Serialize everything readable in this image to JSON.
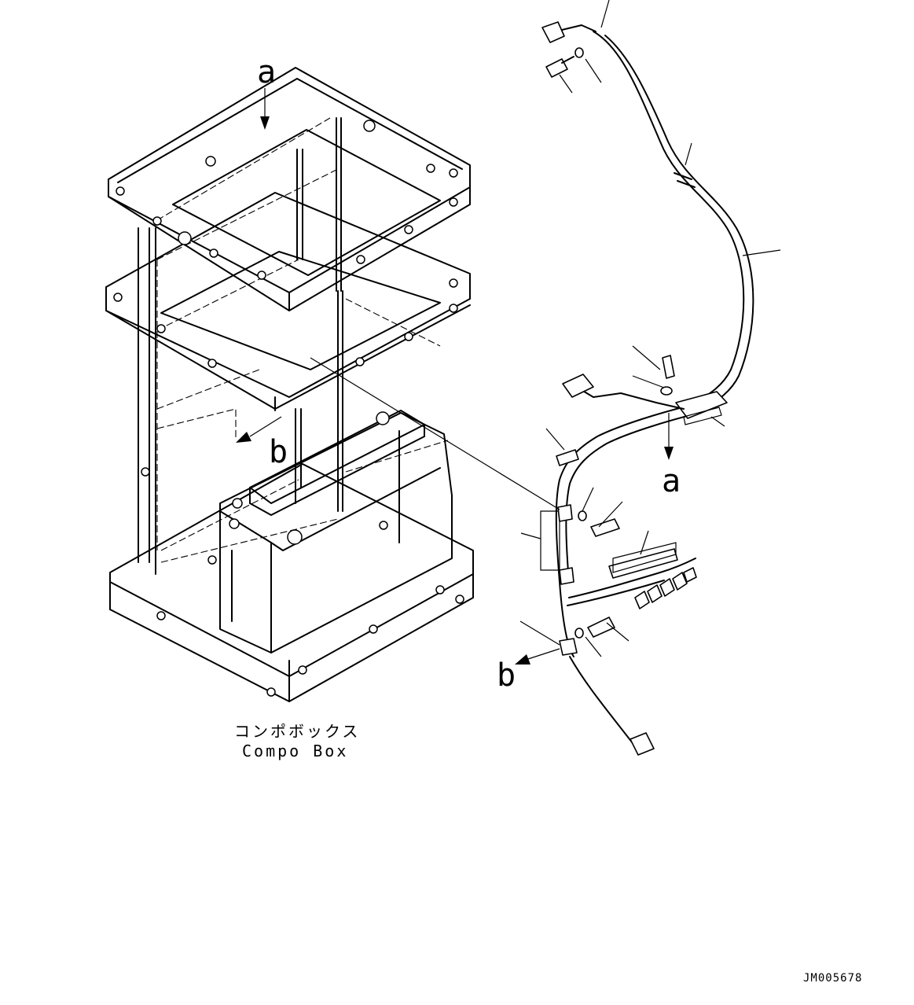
{
  "labels": {
    "view_a_top": "a",
    "view_a_harness": "a",
    "view_b_frame": "b",
    "view_b_harness": "b",
    "component_jp": "コンポボックス",
    "component_en": "Compo Box",
    "drawing_code": "JM005678"
  }
}
